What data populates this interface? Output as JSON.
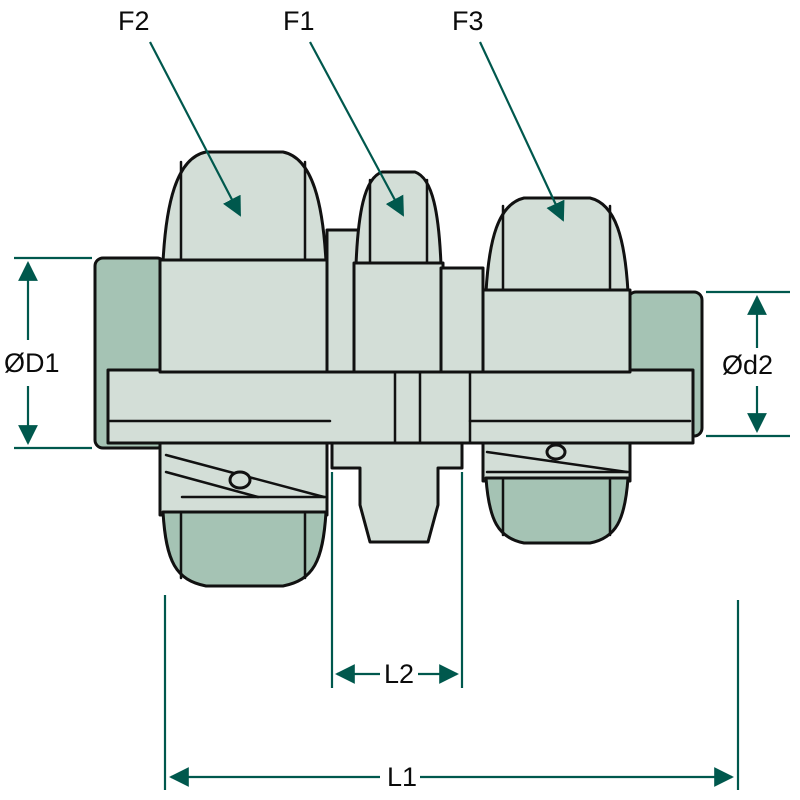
{
  "labels": {
    "f2": "F2",
    "f1": "F1",
    "f3": "F3",
    "d1": "ØD1",
    "d2": "Ød2",
    "l2": "L2",
    "l1": "L1"
  },
  "colors": {
    "background": "#ffffff",
    "outline": "#111111",
    "dimension": "#00584d",
    "fill_light": "#d3ded7",
    "fill_mid": "#a5c3b4"
  }
}
